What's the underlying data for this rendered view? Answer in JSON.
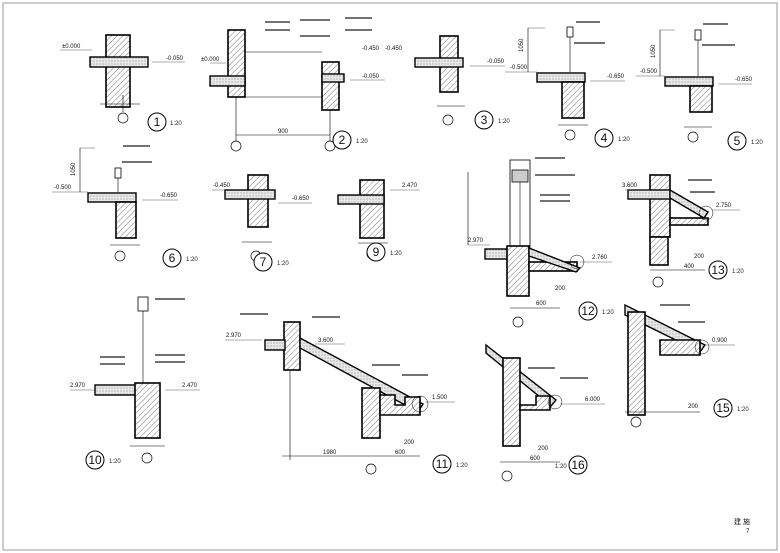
{
  "sheet": {
    "title": "建 施",
    "number": "7"
  },
  "details": [
    {
      "no": "1",
      "scale": "1:20",
      "labels": [
        "±0.000",
        "-0.050"
      ]
    },
    {
      "no": "2",
      "scale": "1:20",
      "labels": [
        "±0.000",
        "-0.450",
        "-0.050",
        "900"
      ]
    },
    {
      "no": "3",
      "scale": "1:20",
      "labels": [
        "-0.450",
        "-0.050"
      ]
    },
    {
      "no": "4",
      "scale": "1:20",
      "labels": [
        "-0.500",
        "-0.650",
        "1050"
      ]
    },
    {
      "no": "5",
      "scale": "1:20",
      "labels": [
        "-0.500",
        "-0.650",
        "1050"
      ]
    },
    {
      "no": "6",
      "scale": "1:20",
      "labels": [
        "-0.500",
        "-0.650",
        "1050"
      ]
    },
    {
      "no": "7",
      "scale": "1:20",
      "labels": [
        "-0.450",
        "-0.650"
      ]
    },
    {
      "no": "9",
      "scale": "1:20",
      "labels": [
        "2.470"
      ]
    },
    {
      "no": "10",
      "scale": "1:20",
      "labels": [
        "2.970",
        "2.470"
      ]
    },
    {
      "no": "11",
      "scale": "1:20",
      "labels": [
        "2.970",
        "3.600",
        "1.500",
        "1980",
        "600",
        "200"
      ]
    },
    {
      "no": "12",
      "scale": "1:20",
      "labels": [
        "2.970",
        "2.760",
        "600",
        "200"
      ]
    },
    {
      "no": "13",
      "scale": "1:20",
      "labels": [
        "3.600",
        "2.750",
        "400",
        "200"
      ]
    },
    {
      "no": "15",
      "scale": "1:20",
      "labels": [
        "0.900",
        "200"
      ]
    },
    {
      "no": "16",
      "scale": "1:20",
      "labels": [
        "6.000",
        "600",
        "200"
      ]
    }
  ]
}
